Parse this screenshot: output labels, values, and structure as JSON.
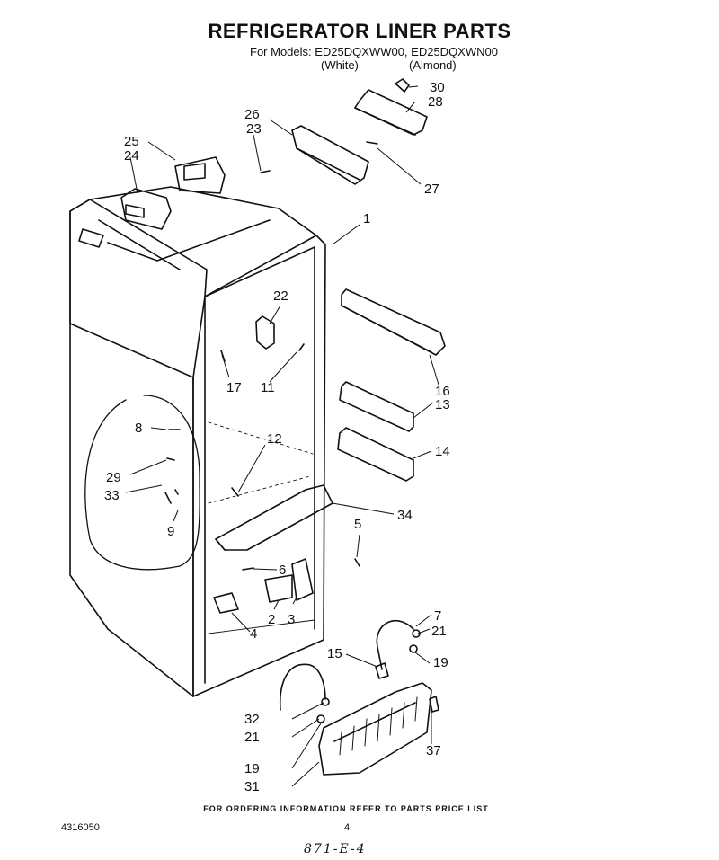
{
  "header": {
    "title": "REFRIGERATOR LINER PARTS",
    "models_line": "For Models: ED25DQXWW00, ED25DQXWN00",
    "white": "(White)",
    "almond": "(Almond)"
  },
  "callouts": [
    "30",
    "28",
    "26",
    "23",
    "27",
    "25",
    "24",
    "1",
    "22",
    "16",
    "17",
    "11",
    "13",
    "8",
    "12",
    "14",
    "29",
    "33",
    "34",
    "9",
    "5",
    "6",
    "3",
    "2",
    "4",
    "7",
    "21",
    "15",
    "19",
    "32",
    "21",
    "37",
    "19",
    "31"
  ],
  "footer": {
    "ordering": "FOR ORDERING INFORMATION REFER TO PARTS PRICE LIST",
    "doc_number": "4316050",
    "page": "4",
    "handwritten": "871-E-4"
  }
}
